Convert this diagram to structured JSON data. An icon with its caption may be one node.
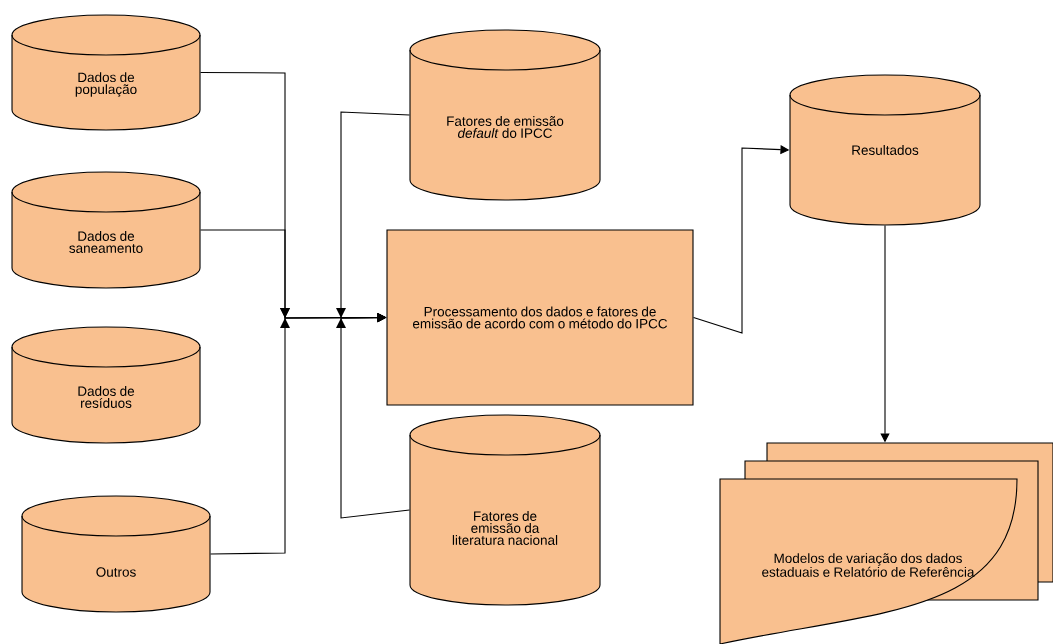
{
  "diagram": {
    "nodes": [
      {
        "text": [
          "Dados de população"
        ]
      },
      {
        "text": [
          "Dados de saneamento"
        ]
      },
      {
        "text": [
          "Dados de resíduos"
        ]
      },
      {
        "text": [
          "Outros"
        ]
      },
      {
        "text": [
          "Fatores de emissão *default* do IPCC"
        ]
      },
      {
        "text": [
          "Processamento dos dados e fatores de emissão de acordo com o método do IPCC"
        ]
      },
      {
        "text": [
          "Fatores de emissão da literatura nacional"
        ]
      },
      {
        "text": [
          "Resultados"
        ]
      },
      {
        "text": [
          "Modelos de variação dos dados estaduais e Relatório de Referência"
        ]
      }
    ],
    "edges": [
      {
        "from": 0,
        "to": 5,
        "arrow": "to"
      },
      {
        "from": 1,
        "to": 5,
        "arrow": "to"
      },
      {
        "from": 3,
        "to": 5,
        "arrow": "to"
      },
      {
        "from": 4,
        "to": 5,
        "arrow": "to"
      },
      {
        "from": 6,
        "to": 5,
        "arrow": "to"
      },
      {
        "from": 5,
        "to": 7,
        "arrow": "to"
      },
      {
        "from": 7,
        "to": 8,
        "arrow": "to"
      }
    ]
  }
}
